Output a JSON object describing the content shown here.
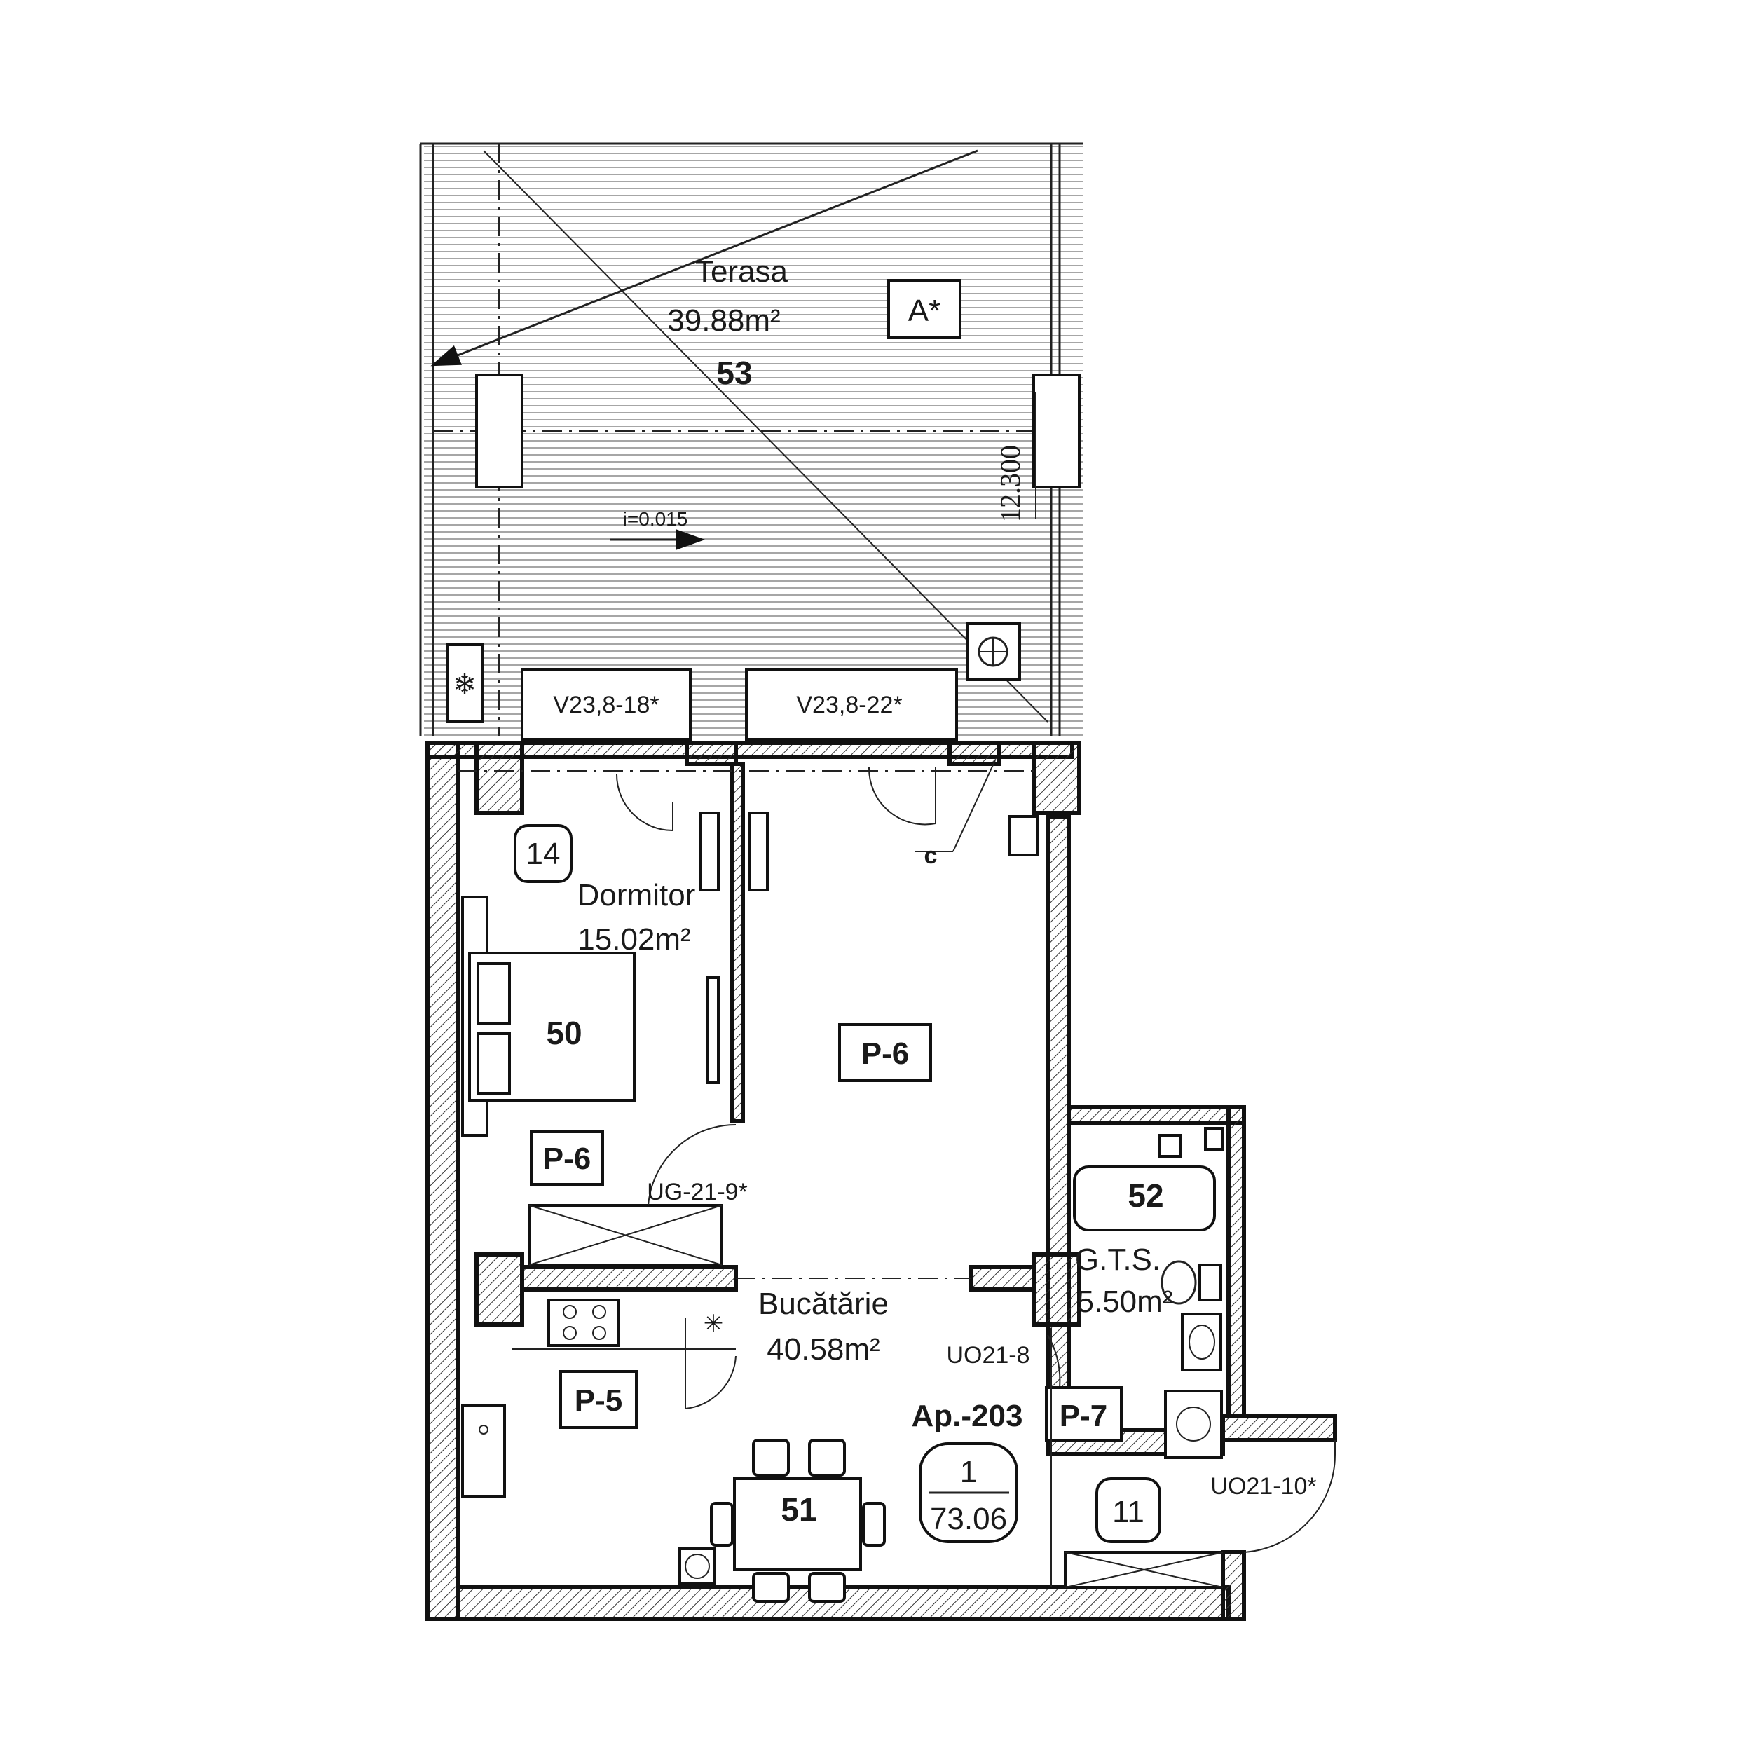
{
  "plan": {
    "terrace": {
      "name": "Terasa",
      "area": "39.88m²",
      "number": "53",
      "tag": "A*",
      "slope": "i=0.015",
      "elevation": "12.300"
    },
    "bedroom": {
      "name": "Dormitor",
      "area": "15.02m²",
      "number": "50",
      "tag": "P-6",
      "circle": "14"
    },
    "living": {
      "tag": "P-6"
    },
    "kitchen": {
      "name": "Bucătărie",
      "area": "40.58m²",
      "number": "51",
      "tag": "P-5"
    },
    "bathroom": {
      "name": "G.T.S.",
      "area": "5.50m²",
      "number": "52",
      "tag": "P-7"
    },
    "apartment": {
      "label": "Ap.-203",
      "rooms": "1",
      "area": "73.06"
    },
    "entrance_circle": "11",
    "windows": {
      "w1": "V23,8-18*",
      "w2": "V23,8-22*"
    },
    "doors": {
      "d_bed": "UG-21-9*",
      "d_bath": "UO21-8",
      "d_entry": "UO21-10*"
    },
    "section_mark": "c"
  }
}
